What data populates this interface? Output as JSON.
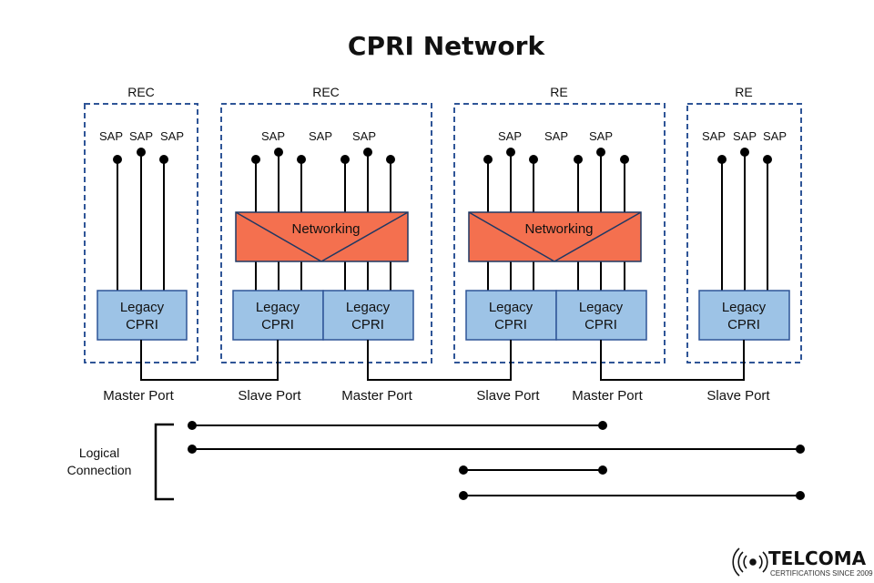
{
  "title": "CPRI Network",
  "groups": [
    {
      "label": "REC"
    },
    {
      "label": "REC"
    },
    {
      "label": "RE"
    },
    {
      "label": "RE"
    }
  ],
  "sap_label": "SAP",
  "legacy_label_line1": "Legacy",
  "legacy_label_line2": "CPRI",
  "networking_label": "Networking",
  "ports": [
    {
      "label": "Master Port"
    },
    {
      "label": "Slave Port"
    },
    {
      "label": "Master Port"
    },
    {
      "label": "Slave Port"
    },
    {
      "label": "Master Port"
    },
    {
      "label": "Slave Port"
    }
  ],
  "logical_connection": {
    "line1": "Logical",
    "line2": "Connection"
  },
  "logo": {
    "name": "TELCOMA",
    "tagline": "CERTIFICATIONS SINCE 2009"
  },
  "colors": {
    "legacy_fill": "#9dc3e6",
    "legacy_stroke": "#2f5597",
    "networking_fill": "#f4704f",
    "networking_stroke": "#1f3864",
    "dashed": "#2f5597",
    "line": "#000000"
  }
}
